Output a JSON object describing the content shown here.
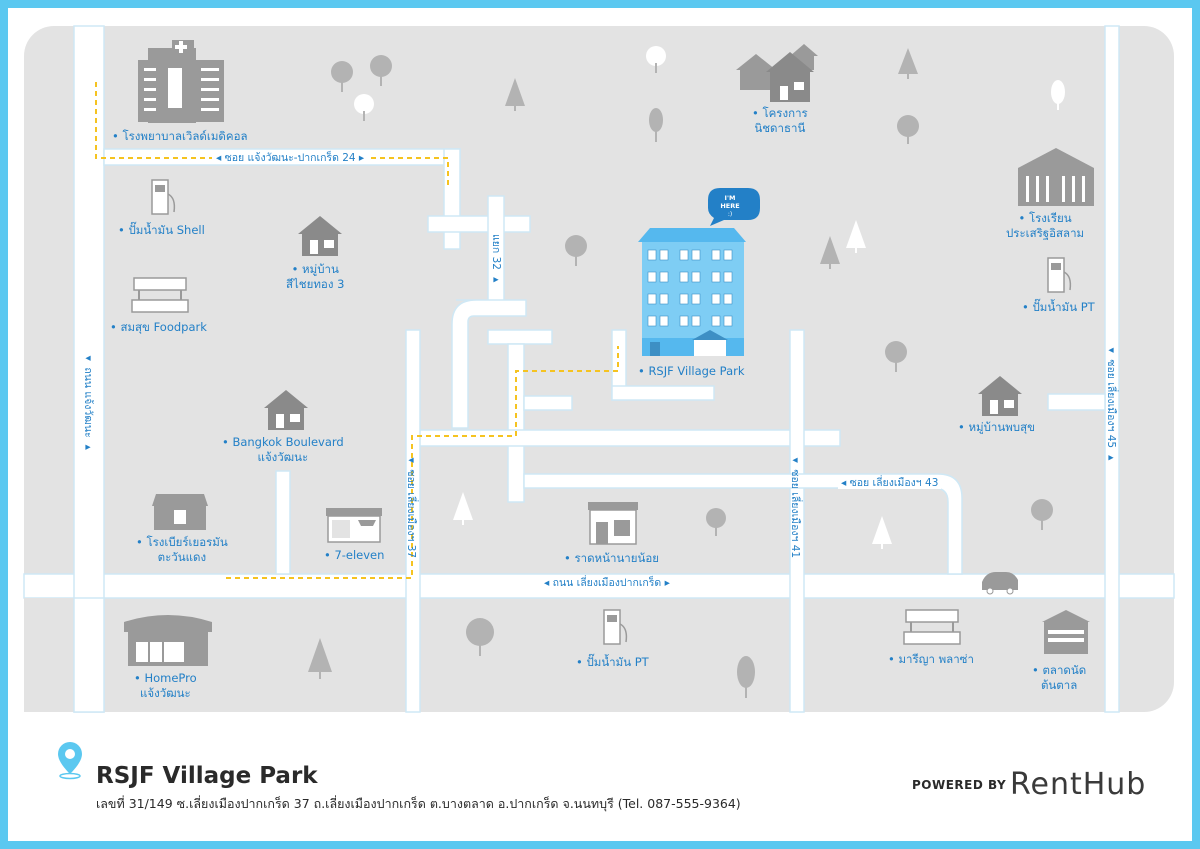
{
  "project": {
    "name": "RSJF Village Park",
    "address": "เลขที่ 31/149 ซ.เลี่ยงเมืองปากเกร็ด 37 ถ.เลี่ยงเมืองปากเกร็ด ต.บางตลาด อ.ปากเกร็ด จ.นนทบุรี (Tel. 087-555-9364)"
  },
  "branding": {
    "powered_by": "POWERED BY",
    "brand": "RentHub"
  },
  "marker": {
    "line1": "I'M",
    "line2": "HERE",
    "line3": ":)"
  },
  "places": {
    "hospital": "• โรงพยาบาลเวิลด์เมดิคอล",
    "project_nichada": [
      "• โครงการ",
      "นิชดาธานี"
    ],
    "school": [
      "• โรงเรียน",
      "ประเสริฐอิสลาม"
    ],
    "shell": "• ปั๊มน้ำมัน Shell",
    "village_sichaithong": [
      "• หมู่บ้าน",
      "สีไชยทอง 3"
    ],
    "foodpark": "• สมสุข Foodpark",
    "pt_right": "• ปั๊มน้ำมัน PT",
    "rsjf": "• RSJF Village Park",
    "village_phobsuk": "• หมู่บ้านพบสุข",
    "bangkok_boulevard": [
      "• Bangkok Boulevard",
      "แจ้งวัฒนะ"
    ],
    "brewery": [
      "• โรงเบียร์เยอรมัน",
      "ตะวันแดง"
    ],
    "seven_eleven": "• 7-eleven",
    "rad_na": "• ราดหน้านายน้อย",
    "homepro": [
      "• HomePro",
      "แจ้งวัฒนะ"
    ],
    "pt_bottom": "• ปั๊มน้ำมัน PT",
    "marina_plaza": "• มารีญา พลาซ่า",
    "market": [
      "• ตลาดนัด",
      "ต้นตาล"
    ]
  },
  "streets": {
    "soi_24": "◂ ซอย แจ้งวัฒนะ-ปากเกร็ด 24 ▸",
    "yaek_32": "แยก 32 ▸",
    "thanon_chaengwattana": "◂ ถนน แจ้งวัฒนะ ▸",
    "soi_37": "◂ ซอย เลี่ยงเมืองฯ 37",
    "soi_41": "◂ ซอย เลี่ยงเมืองฯ 41",
    "soi_43": "◂ ซอย เลี่ยงเมืองฯ 43",
    "soi_45": "◂ ซอย เลี่ยงเมืองฯ 45 ▸",
    "bypass_road": "◂ ถนน เลี่ยงเมืองปากเกร็ด ▸"
  },
  "colors": {
    "frame": "#5bc8f0",
    "map_bg": "#e3e3e3",
    "road": "#ffffff",
    "road_edge": "#c9e7f6",
    "route": "#f5c320",
    "label": "#2380c7",
    "building_accent": "#55b8ee",
    "icon_gray": "#9a9a9a"
  }
}
